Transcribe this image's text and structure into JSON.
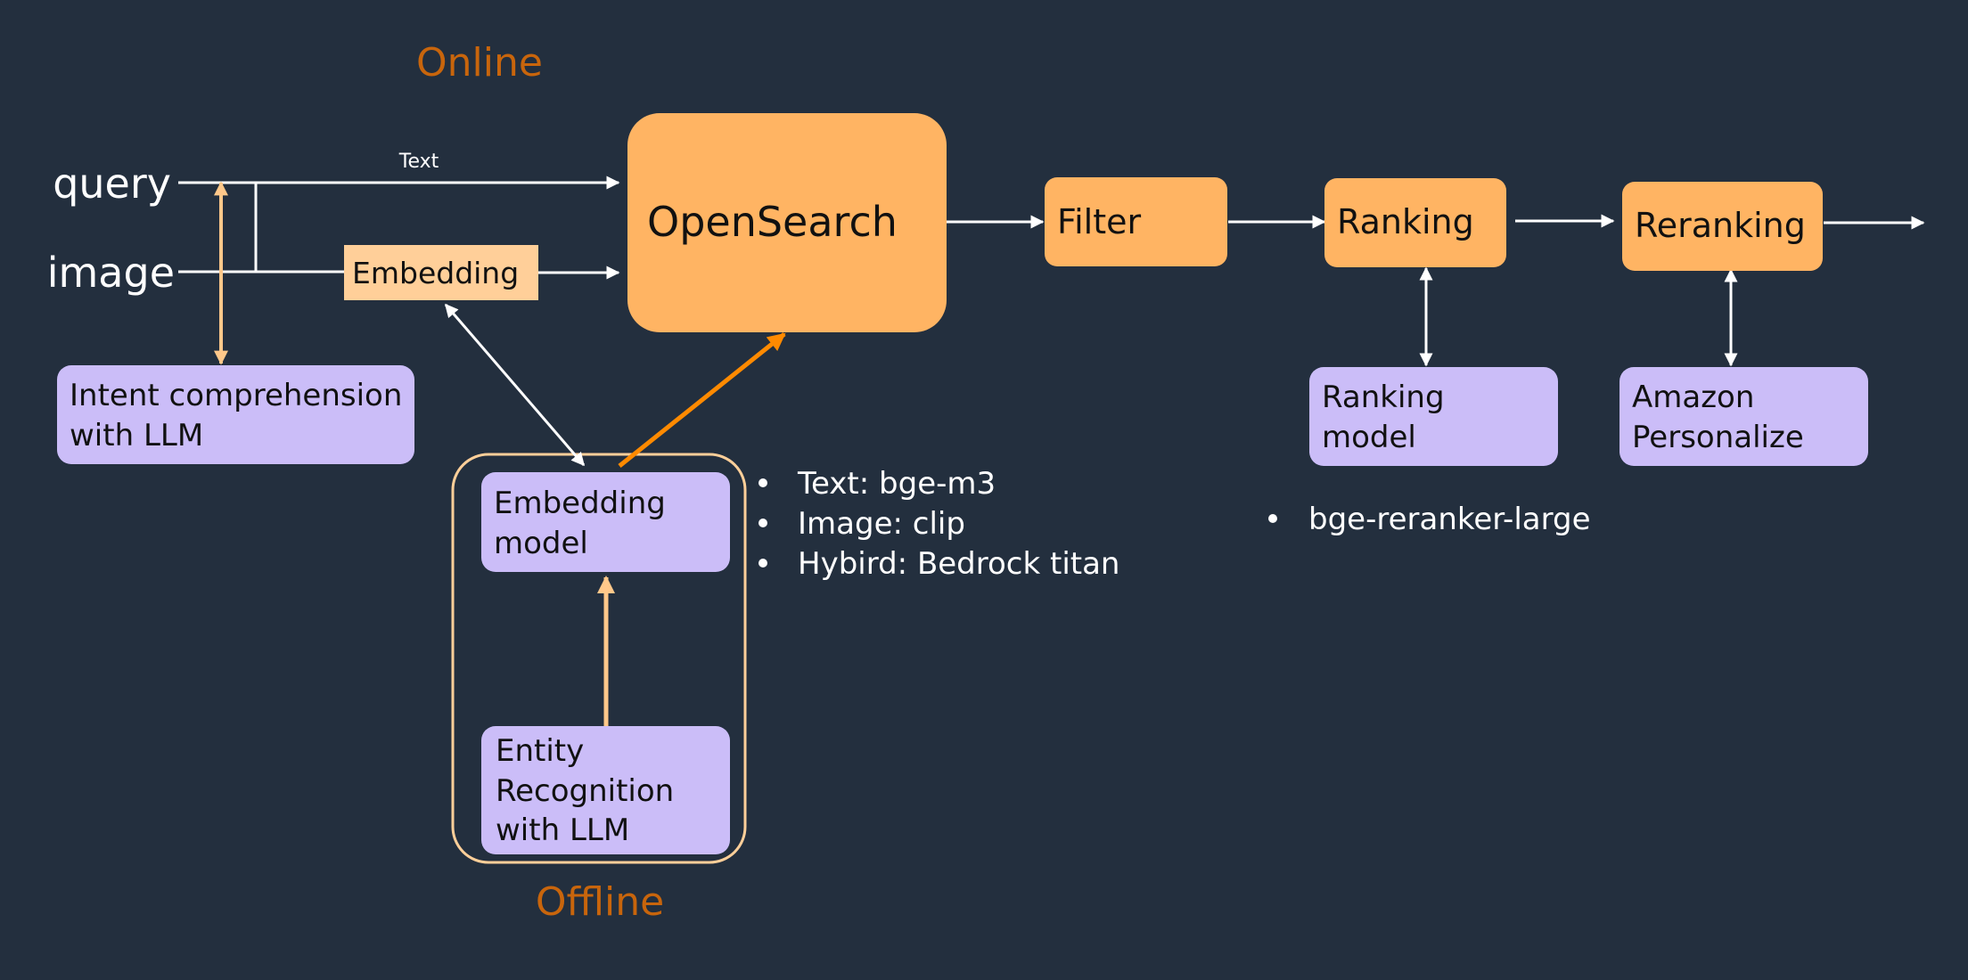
{
  "sections": {
    "online": "Online",
    "offline": "Offline"
  },
  "inputs": {
    "query": "query",
    "image": "image"
  },
  "edges": {
    "text_label": "Text"
  },
  "nodes": {
    "embedding": "Embedding",
    "opensearch": "OpenSearch",
    "filter": "Filter",
    "ranking": "Ranking",
    "reranking": "Reranking",
    "intent": [
      "Intent comprehension",
      "with LLM"
    ],
    "embedding_model": [
      "Embedding",
      "model"
    ],
    "entity": [
      "Entity",
      "Recognition",
      "with LLM"
    ],
    "ranking_model": [
      "Ranking",
      "model"
    ],
    "personalize": [
      "Amazon",
      "Personalize"
    ]
  },
  "notes": {
    "embedding_models": [
      "Text: bge-m3",
      "Image: clip",
      "Hybird: Bedrock titan"
    ],
    "reranker": [
      "bge-reranker-large"
    ]
  },
  "colors": {
    "background": "#232f3e",
    "orange_box": "#ffb463",
    "light_orange_box": "#ffcf99",
    "purple_box": "#cbbdf8",
    "section_label": "#c8650c",
    "accent_arrow": "#ff8a00",
    "light_arrow": "#ffc88a",
    "line": "#ffffff"
  }
}
